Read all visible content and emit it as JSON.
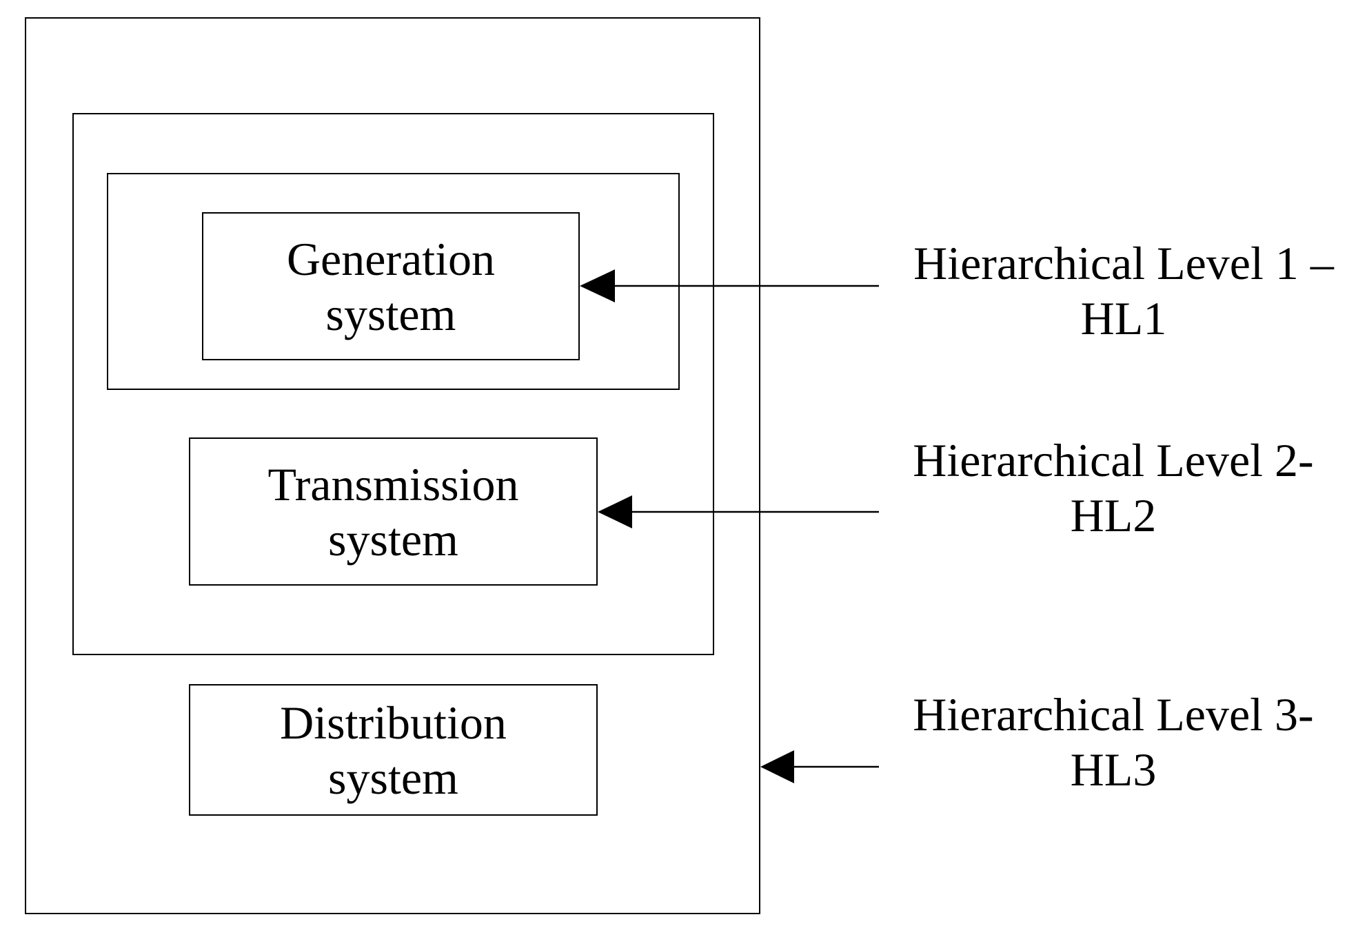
{
  "diagram": {
    "boxes": {
      "generation": "Generation\nsystem",
      "transmission": "Transmission\nsystem",
      "distribution": "Distribution\nsystem"
    },
    "levels": [
      {
        "text": "Hierarchical Level 1 –\nHL1"
      },
      {
        "text": "Hierarchical Level 2-\nHL2"
      },
      {
        "text": "Hierarchical Level 3-\nHL3"
      }
    ]
  }
}
